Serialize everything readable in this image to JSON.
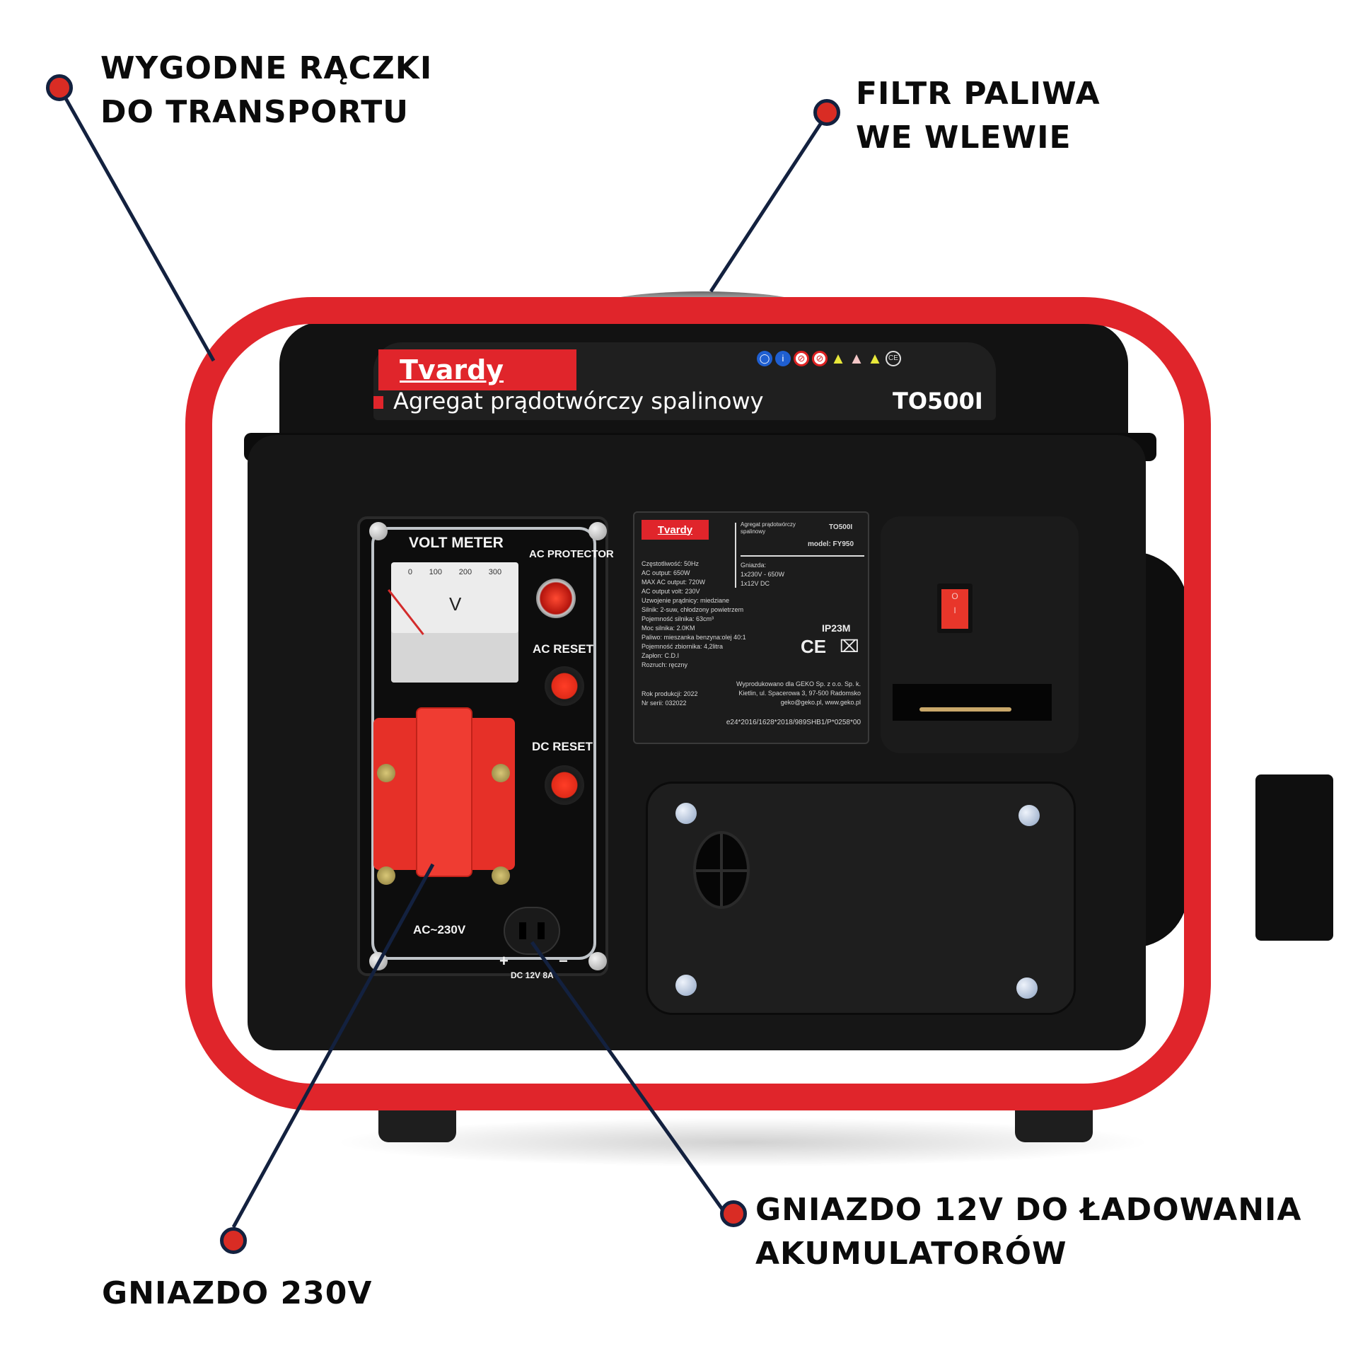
{
  "callouts": [
    {
      "id": "handles",
      "lines": [
        "WYGODNE RĄCZKI",
        "DO TRANSPORTU"
      ]
    },
    {
      "id": "fuel-filter",
      "lines": [
        "FILTR PALIWA",
        "WE WLEWIE"
      ]
    },
    {
      "id": "socket-230v",
      "lines": [
        "GNIAZDO 230V"
      ]
    },
    {
      "id": "socket-12v",
      "lines": [
        "GNIAZDO 12V DO ŁADOWANIA",
        "AKUMULATORÓW"
      ]
    }
  ],
  "product": {
    "brand": "Tvardy",
    "title": "Agregat prądotwórczy spalinowy",
    "model": "TO500I",
    "safety_icons": [
      "ear-protection-icon",
      "read-manual-icon",
      "no-smoking-icon",
      "no-open-flame-icon",
      "warning-icon",
      "hot-surface-icon",
      "electric-hazard-icon",
      "ce-mark-icon"
    ]
  },
  "control_panel": {
    "voltmeter_label": "VOLT METER",
    "voltmeter_scale": [
      "0",
      "100",
      "200",
      "300"
    ],
    "voltmeter_unit": "V",
    "ac_protector_label": "AC PROTECTOR",
    "ac_reset_label": "AC RESET",
    "dc_reset_label": "DC RESET",
    "ac_socket_label": "AC~230V",
    "dc_socket_label": "DC 12V 8A",
    "dc_plus": "+",
    "dc_minus": "−"
  },
  "rating_plate": {
    "brand": "Tvardy",
    "title": "Agregat prądotwórczy spalinowy",
    "model": "TO500I",
    "model_code": "model: FY950",
    "specs": [
      "Częstotliwość: 50Hz",
      "AC output: 650W",
      "MAX AC output: 720W",
      "AC output volt: 230V",
      "Uzwojenie prądnicy: miedziane",
      "Silnik: 2-suw, chłodzony powietrzem",
      "Pojemność silnika: 63cm³",
      "Moc silnika: 2.0KM",
      "Paliwo: mieszanka benzyna:olej 40:1",
      "Pojemność zbiornika: 4,2litra",
      "Zapłon: C.D.I",
      "Rozruch: ręczny"
    ],
    "sockets_header": "Gniazda:",
    "sockets": [
      "1x230V - 650W",
      "1x12V DC"
    ],
    "ip_rating": "IP23M",
    "ce": "CE",
    "production_year": "Rok produkcji: 2022",
    "serial": "Nr serii: 032022",
    "manufacturer": [
      "Wyprodukowano dla GEKO Sp. z o.o. Sp. k.",
      "Kietlin, ul. Spacerowa 3, 97-500 Radomsko",
      "geko@geko.pl, www.geko.pl"
    ],
    "approval": "e24*2016/1628*2018/989SHB1/P*0258*00"
  },
  "switch": {
    "off_symbol": "O",
    "on_symbol": "I"
  },
  "colors": {
    "frame_red": "#e0252b",
    "callout_dot": "#d92c24",
    "callout_line": "#13213f",
    "text": "#0b0b0b"
  }
}
